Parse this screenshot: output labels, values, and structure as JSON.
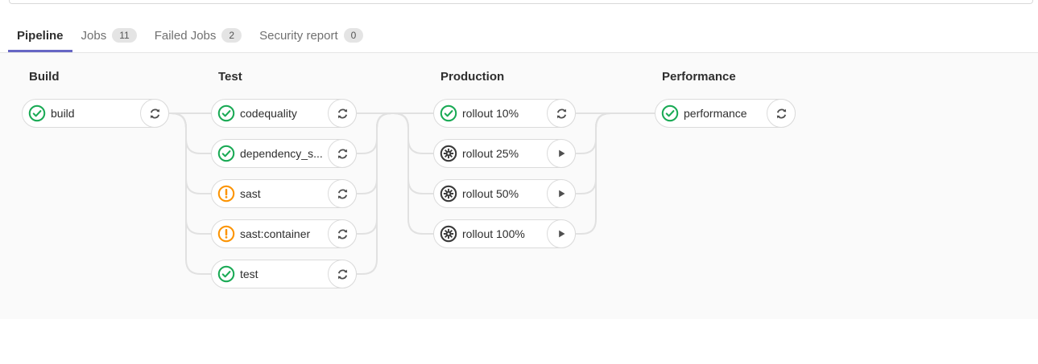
{
  "tabs": [
    {
      "id": "pipeline",
      "label": "Pipeline",
      "active": true,
      "badge": null
    },
    {
      "id": "jobs",
      "label": "Jobs",
      "active": false,
      "badge": "11"
    },
    {
      "id": "failed-jobs",
      "label": "Failed Jobs",
      "active": false,
      "badge": "2"
    },
    {
      "id": "security-report",
      "label": "Security report",
      "active": false,
      "badge": "0"
    }
  ],
  "stages": [
    {
      "name": "Build",
      "jobs": [
        {
          "label": "build",
          "status": "success",
          "status_icon": "success-check-icon",
          "action": "retry",
          "action_icon": "retry-icon"
        }
      ]
    },
    {
      "name": "Test",
      "jobs": [
        {
          "label": "codequality",
          "status": "success",
          "status_icon": "success-check-icon",
          "action": "retry",
          "action_icon": "retry-icon"
        },
        {
          "label": "dependency_s...",
          "status": "success",
          "status_icon": "success-check-icon",
          "action": "retry",
          "action_icon": "retry-icon"
        },
        {
          "label": "sast",
          "status": "warning",
          "status_icon": "warning-exclamation-icon",
          "action": "retry",
          "action_icon": "retry-icon"
        },
        {
          "label": "sast:container",
          "status": "warning",
          "status_icon": "warning-exclamation-icon",
          "action": "retry",
          "action_icon": "retry-icon"
        },
        {
          "label": "test",
          "status": "success",
          "status_icon": "success-check-icon",
          "action": "retry",
          "action_icon": "retry-icon"
        }
      ]
    },
    {
      "name": "Production",
      "jobs": [
        {
          "label": "rollout 10%",
          "status": "success",
          "status_icon": "success-check-icon",
          "action": "retry",
          "action_icon": "retry-icon"
        },
        {
          "label": "rollout 25%",
          "status": "manual",
          "status_icon": "manual-gear-icon",
          "action": "play",
          "action_icon": "play-icon"
        },
        {
          "label": "rollout 50%",
          "status": "manual",
          "status_icon": "manual-gear-icon",
          "action": "play",
          "action_icon": "play-icon"
        },
        {
          "label": "rollout 100%",
          "status": "manual",
          "status_icon": "manual-gear-icon",
          "action": "play",
          "action_icon": "play-icon"
        }
      ]
    },
    {
      "name": "Performance",
      "jobs": [
        {
          "label": "performance",
          "status": "success",
          "status_icon": "success-check-icon",
          "action": "retry",
          "action_icon": "retry-icon"
        }
      ]
    }
  ],
  "colors": {
    "accent": "#6666c4",
    "success": "#1aaa55",
    "warning": "#fc9403",
    "manual": "#393939",
    "action_icon": "#4f4f4f",
    "connector": "#e1e1e1",
    "pill_border": "#dbdbdb",
    "graph_background": "#fafafa"
  }
}
